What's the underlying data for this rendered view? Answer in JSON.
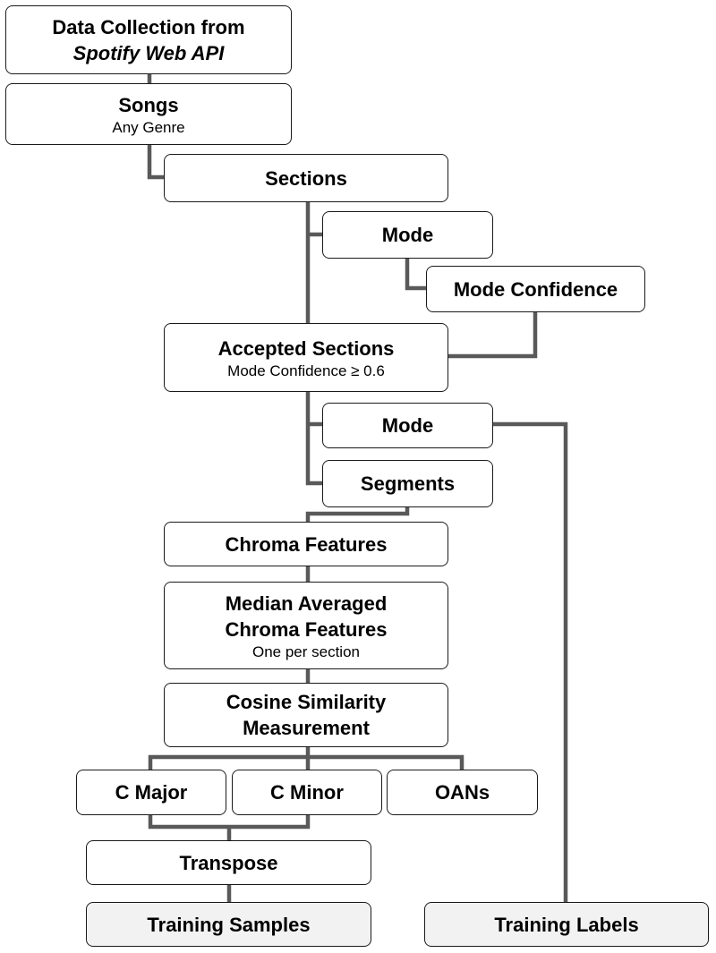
{
  "colors": {
    "connector": "#595959",
    "border": "#1a1a1a",
    "terminal_fill": "#f2f2f2"
  },
  "nodes": {
    "data_collection": {
      "line1": "Data Collection from",
      "line2": "Spotify Web API"
    },
    "songs": {
      "title": "Songs",
      "subtitle": "Any Genre"
    },
    "sections": {
      "title": "Sections"
    },
    "mode_1": {
      "title": "Mode"
    },
    "mode_confidence": {
      "title": "Mode Confidence"
    },
    "accepted_sections": {
      "title": "Accepted Sections",
      "subtitle": "Mode Confidence ≥ 0.6"
    },
    "mode_2": {
      "title": "Mode"
    },
    "segments": {
      "title": "Segments"
    },
    "chroma_features": {
      "title": "Chroma Features"
    },
    "median_chroma": {
      "line1": "Median Averaged",
      "line2": "Chroma Features",
      "subtitle": "One per section"
    },
    "cosine_similarity": {
      "line1": "Cosine Similarity",
      "line2": "Measurement"
    },
    "c_major": {
      "title": "C Major"
    },
    "c_minor": {
      "title": "C Minor"
    },
    "oans": {
      "title": "OANs"
    },
    "transpose": {
      "title": "Transpose"
    },
    "training_samples": {
      "title": "Training Samples"
    },
    "training_labels": {
      "title": "Training Labels"
    }
  }
}
